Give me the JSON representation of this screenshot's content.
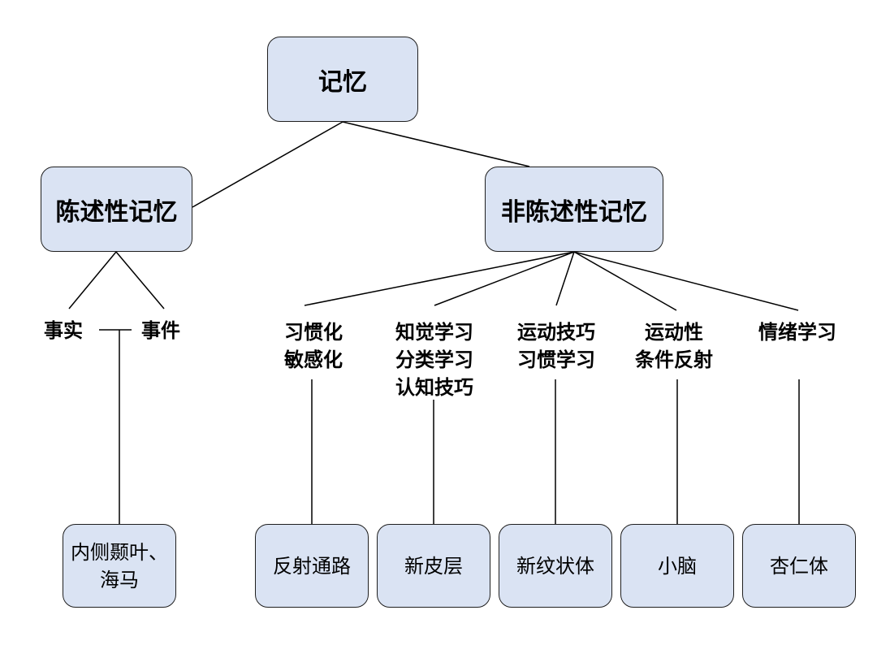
{
  "root": {
    "label": "记忆"
  },
  "declarative": {
    "label": "陈述性记忆",
    "items": [
      "事实",
      "事件"
    ],
    "structure": [
      "内侧颞叶、",
      "海马"
    ]
  },
  "nondeclarative": {
    "label": "非陈述性记忆",
    "groups": [
      {
        "lines": [
          "习惯化",
          "敏感化"
        ],
        "structure": "反射通路"
      },
      {
        "lines": [
          "知觉学习",
          "分类学习",
          "认知技巧"
        ],
        "structure": "新皮层"
      },
      {
        "lines": [
          "运动技巧",
          "习惯学习"
        ],
        "structure": "新纹状体"
      },
      {
        "lines": [
          "运动性",
          "条件反射"
        ],
        "structure": "小脑"
      },
      {
        "lines": [
          "情绪学习"
        ],
        "structure": "杏仁体"
      }
    ]
  }
}
